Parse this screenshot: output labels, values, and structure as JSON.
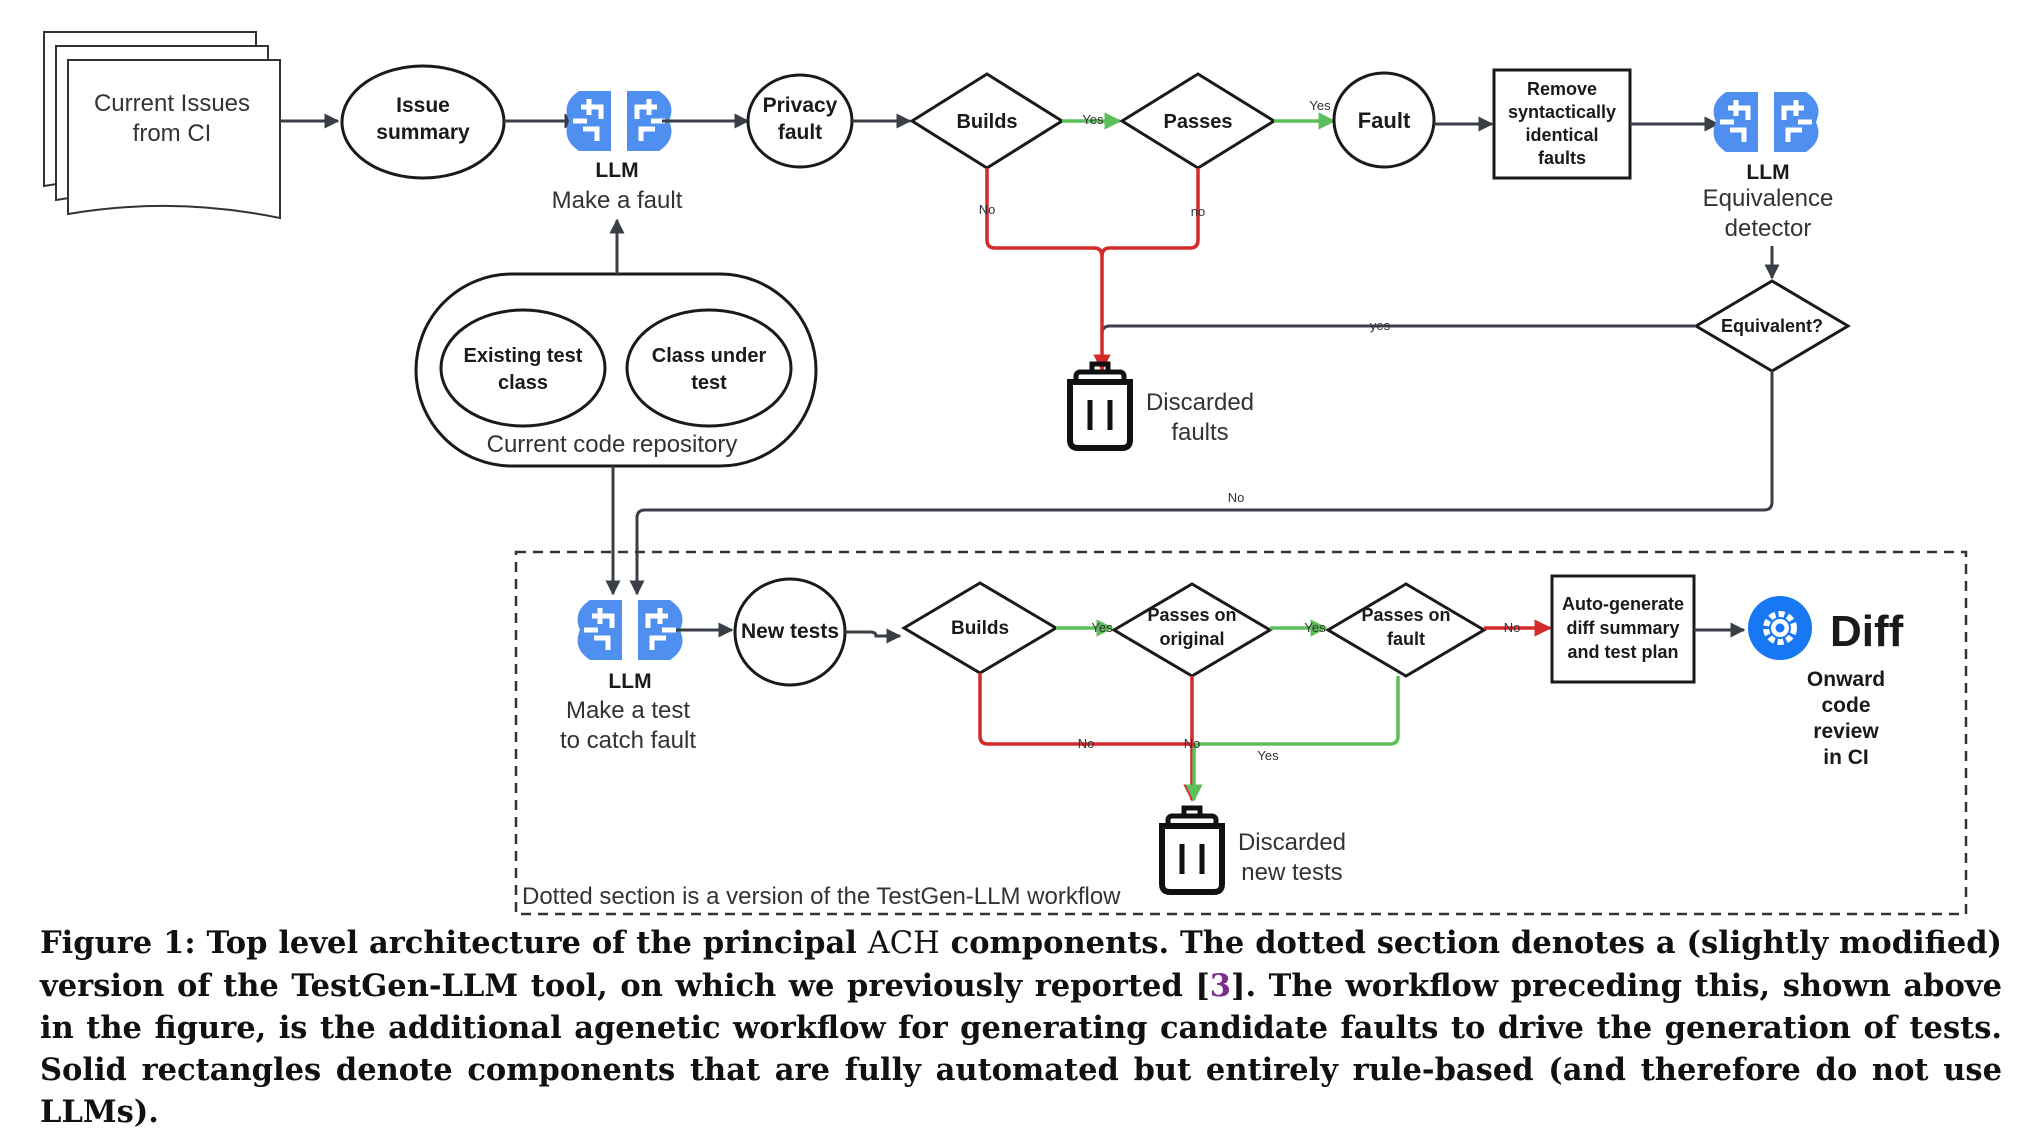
{
  "nodes": {
    "current_issues": [
      "Current Issues",
      "from CI"
    ],
    "issue_summary": [
      "Issue",
      "summary"
    ],
    "llm": "LLM",
    "make_fault": "Make a fault",
    "privacy_fault": [
      "Privacy",
      "fault"
    ],
    "builds": "Builds",
    "passes": "Passes",
    "fault": "Fault",
    "remove_faults": [
      "Remove",
      "syntactically",
      "identical",
      "faults"
    ],
    "equivalence_detector": [
      "Equivalence",
      "detector"
    ],
    "equivalent": "Equivalent?",
    "discarded_faults": [
      "Discarded",
      "faults"
    ],
    "existing_test_class": [
      "Existing test",
      "class"
    ],
    "class_under_test": [
      "Class under",
      "test"
    ],
    "current_repo": "Current code repository",
    "make_test": [
      "Make a test",
      "to catch fault"
    ],
    "new_tests": "New tests",
    "builds2": "Builds",
    "passes_original": [
      "Passes on",
      "original"
    ],
    "passes_fault": [
      "Passes on",
      "fault"
    ],
    "auto_generate": [
      "Auto-generate",
      "diff summary",
      "and test plan"
    ],
    "diff_logo": "Diff",
    "onward": [
      "Onward",
      "code",
      "review",
      "in CI"
    ],
    "discarded_tests": [
      "Discarded",
      "new tests"
    ],
    "dotted_note": "Dotted section is a version of the TestGen-LLM workflow"
  },
  "edge_labels": {
    "yes1": "Yes",
    "yes2": "Yes",
    "no1": "No",
    "no2": "no",
    "yes_equiv": "yes",
    "no_equiv": "No",
    "yes3": "Yes",
    "yes4": "Yes",
    "no3": "No",
    "no4": "No",
    "no5": "No",
    "yes5": "Yes"
  },
  "caption": {
    "part1": "Figure 1: Top level architecture of the principal ",
    "ach": "ACH",
    "part2": " components. The dotted section denotes a (slightly modified) version of the TestGen-LLM tool, on which we previously reported [",
    "ref": "3",
    "part3": "]. The workflow preceding this, shown above in the figure, is the additional agenetic workflow for generating candidate faults to drive the generation of tests. Solid rectangles denote components that are fully automated but entirely rule-based (and therefore do not use LLMs)."
  },
  "colors": {
    "llm_blue": "#4f8ff0",
    "diff_blue": "#1877f2",
    "no_red": "#d42a2a",
    "yes_green": "#5cbf5c",
    "arrow_dark": "#3a3f47"
  }
}
